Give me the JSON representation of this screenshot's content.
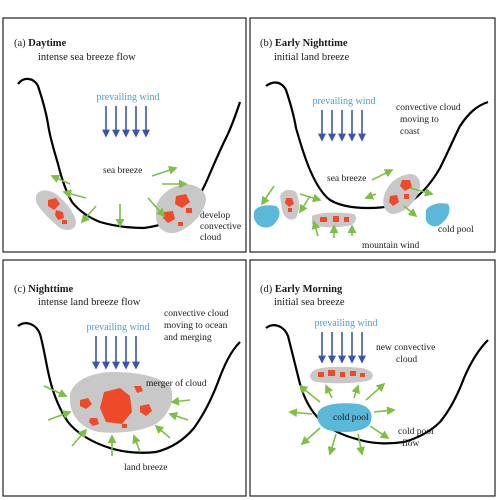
{
  "panels": {
    "a": {
      "letter": "(a)",
      "title": "Daytime",
      "subtitle": "intense sea breeze flow",
      "wind_label": "prevailing wind",
      "labels": {
        "sea_breeze": "sea breeze",
        "develop1": "develop",
        "develop2": "convective",
        "develop3": "cloud"
      }
    },
    "b": {
      "letter": "(b)",
      "title": "Early Nighttime",
      "subtitle": "initial land breeze",
      "wind_label": "prevailing wind",
      "labels": {
        "conv1": "convective cloud",
        "conv2": "moving to",
        "conv3": "coast",
        "sea_breeze": "sea breeze",
        "cold_pool": "cold pool",
        "mountain_wind": "mountain wind"
      }
    },
    "c": {
      "letter": "(c)",
      "title": "Nighttime",
      "subtitle": "intense land breeze flow",
      "wind_label": "prevailing wind",
      "labels": {
        "conv1": "convective cloud",
        "conv2": "moving to ocean",
        "conv3": "and merging",
        "merger": "merger of cloud",
        "land_breeze": "land breeze"
      }
    },
    "d": {
      "letter": "(d)",
      "title": "Early Morning",
      "subtitle": "initial sea breeze",
      "wind_label": "prevailing wind",
      "labels": {
        "new1": "new convective",
        "new2": "cloud",
        "cold_pool": "cold pool",
        "cpf1": "cold pool",
        "cpf2": "flow"
      }
    }
  },
  "colors": {
    "wind_arrow": "#3a56b0",
    "wind_text": "#4a9fd6",
    "breeze_arrow": "#7bc043",
    "cloud": "#c8c8c8",
    "cell": "#ee4a2a",
    "cold_pool": "#5bb8d8",
    "coast": "#000000"
  }
}
